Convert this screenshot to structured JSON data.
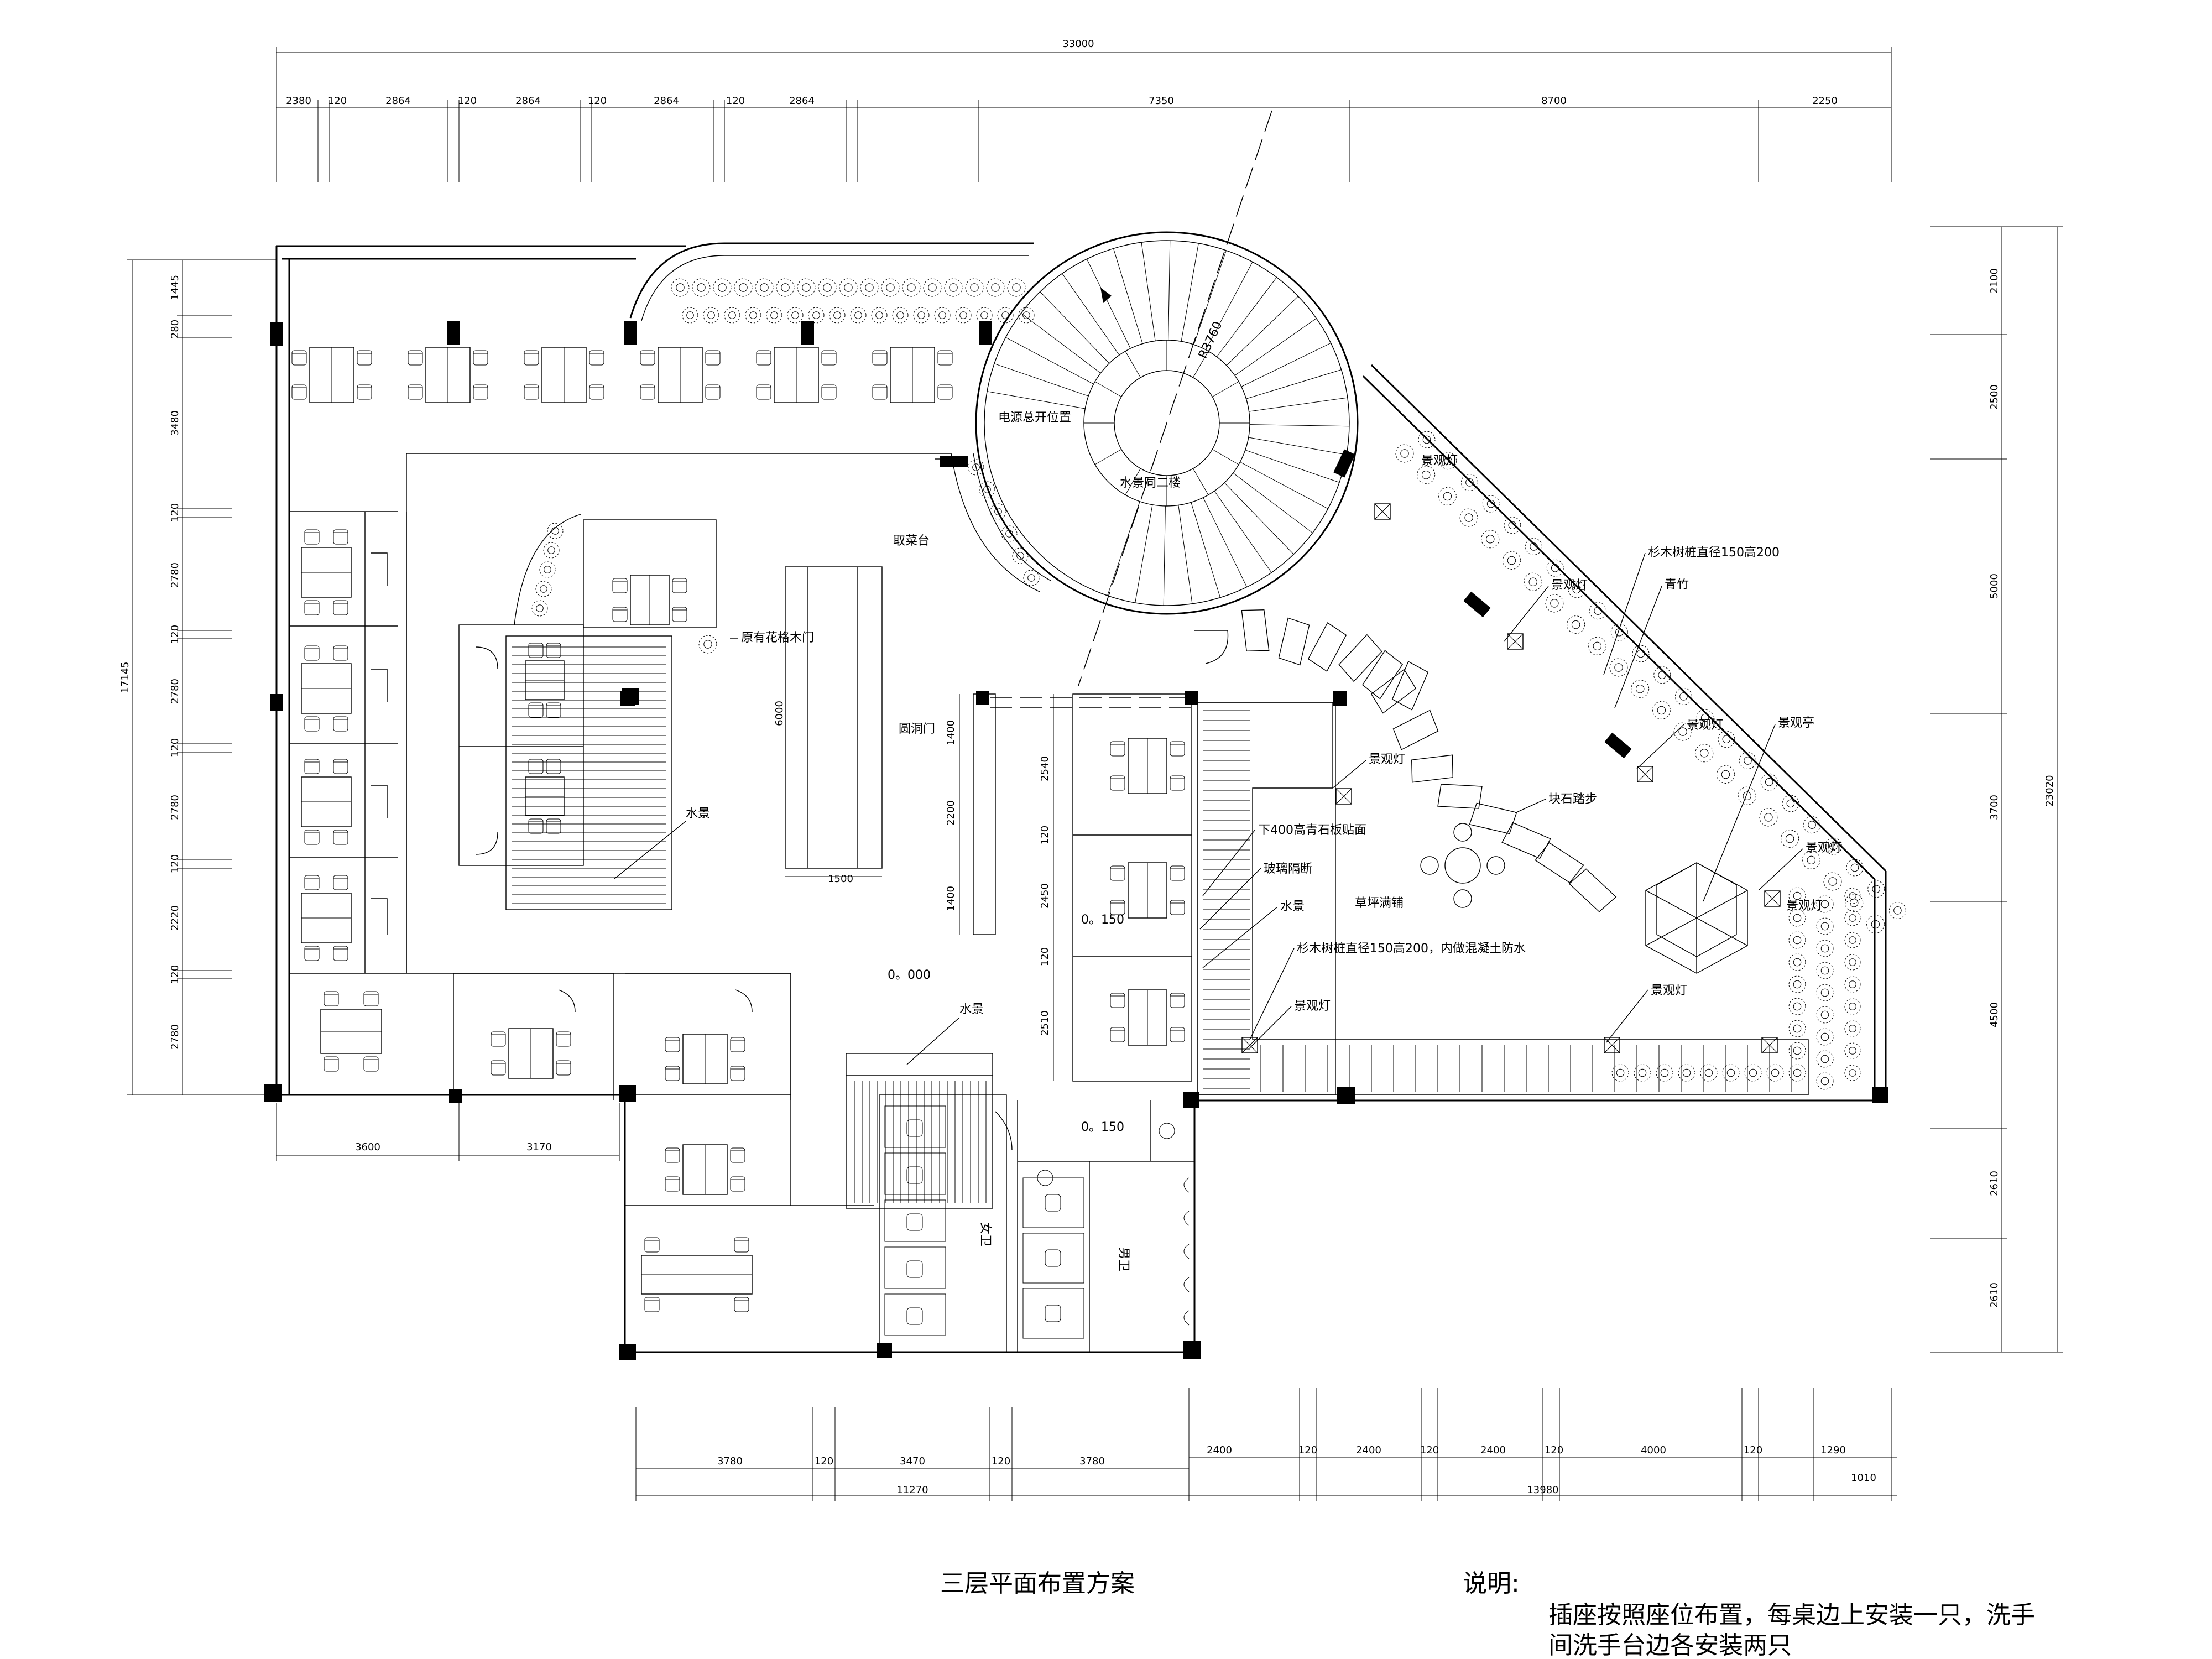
{
  "title": "三层平面布置方案",
  "note": {
    "heading": "说明:",
    "line1": "插座按照座位布置，每桌边上安装一只，洗手",
    "line2": "间洗手台边各安装两只"
  },
  "labels": {
    "power_switch": "电源总开位置",
    "water_to_2f": "水景同二楼",
    "r3760": "R3760",
    "buffet": "取菜台",
    "wood_door": "原有花格木门",
    "round_door": "圆洞门",
    "water1": "水景",
    "water2": "水景",
    "water3": "水景",
    "stone_under": "下400高青石板贴面",
    "glass": "玻璃隔断",
    "lawn": "草坪满铺",
    "fir_pile1": "杉木树桩直径150高200",
    "fir_pile2": "杉木树桩直径150高200，内做混凝土防水",
    "bamboo": "青竹",
    "stepstone": "块石踏步",
    "pavilion": "景观亭",
    "light1": "景观灯",
    "light2": "景观灯",
    "light3": "景观灯",
    "light4": "景观灯",
    "light5": "景观灯",
    "light6": "景观灯",
    "light7": "景观灯",
    "light8": "景观灯",
    "female_wc": "女卫",
    "male_wc": "男卫",
    "lvl_000": "0。000",
    "lvl_150a": "0。150",
    "lvl_150b": "0。150",
    "w6000": "6000",
    "w1500": "1500"
  },
  "dims": {
    "top_total": "33000",
    "top": [
      "2380",
      "120",
      "2864",
      "120",
      "2864",
      "120",
      "2864",
      "120",
      "2864",
      "7350",
      "8700",
      "2250"
    ],
    "left_total": "17145",
    "left": [
      "1445",
      "280",
      "3480",
      "120",
      "2780",
      "120",
      "2780",
      "120",
      "2780",
      "120",
      "2220",
      "120",
      "2780"
    ],
    "right_total": "23020",
    "right": [
      "2100",
      "2500",
      "5000",
      "3700",
      "4500",
      "2610",
      "2610"
    ],
    "bottom_left": [
      "3600",
      "3170"
    ],
    "bottom_mid": [
      "3780",
      "120",
      "3470",
      "120",
      "3780"
    ],
    "bottom_mid_total": "11270",
    "bottom_right": [
      "2400",
      "120",
      "2400",
      "120",
      "2400",
      "120",
      "4000",
      "120",
      "1290"
    ],
    "bottom_right_extra": "1010",
    "bottom_right_total": "13980",
    "door_col": [
      "1400",
      "2200",
      "1400"
    ],
    "booth_col": [
      "2540",
      "120",
      "2450",
      "120",
      "2510"
    ]
  }
}
